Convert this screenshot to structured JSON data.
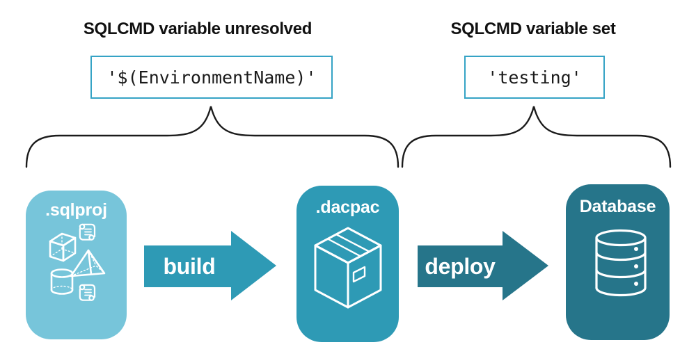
{
  "annotations": {
    "unresolved": {
      "heading": "SQLCMD variable unresolved",
      "code": "'$(EnvironmentName)'"
    },
    "set": {
      "heading": "SQLCMD variable set",
      "code": "'testing'"
    }
  },
  "pipeline": {
    "nodes": [
      {
        "id": "sqlproj",
        "label": ".sqlproj",
        "color": "#77C5DA",
        "icon": "sql-objects-icon"
      },
      {
        "id": "dacpac",
        "label": ".dacpac",
        "color": "#2E9AB5",
        "icon": "package-icon"
      },
      {
        "id": "database",
        "label": "Database",
        "color": "#26758A",
        "icon": "database-icon"
      }
    ],
    "arrows": [
      {
        "id": "build",
        "label": "build",
        "color": "#2E9AB5"
      },
      {
        "id": "deploy",
        "label": "deploy",
        "color": "#26758A"
      }
    ]
  },
  "colors": {
    "code_box_border": "#35A3C5",
    "brace_stroke": "#1b1b1b",
    "icon_stroke": "#ffffff",
    "heading_text": "#111111",
    "code_text": "#1a1a1a"
  }
}
